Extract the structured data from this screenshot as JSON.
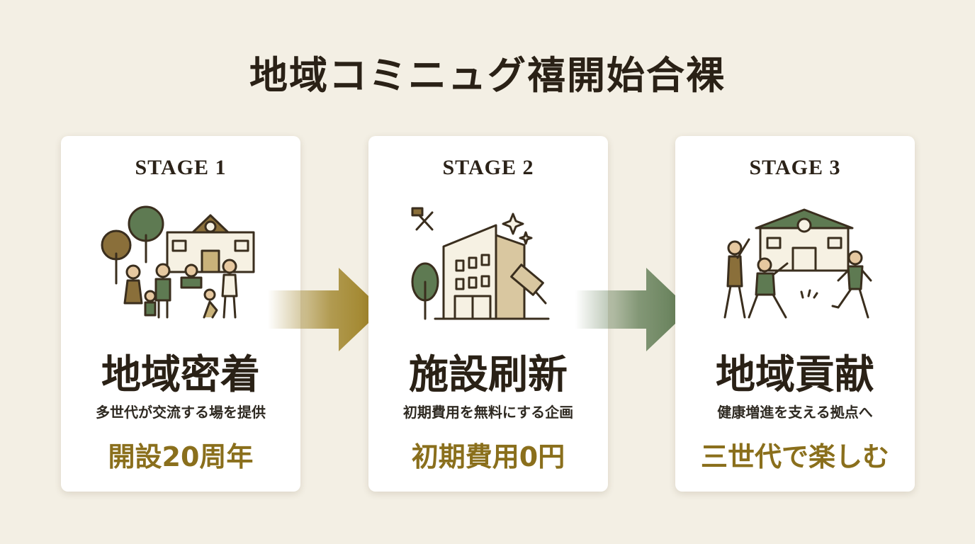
{
  "title": "地域コミニュグ禧開始合裸",
  "colors": {
    "background": "#f3efe4",
    "accent_gold": "#8a6f1c",
    "accent_green": "#5e7a52",
    "text_dark": "#2a2116"
  },
  "stages": [
    {
      "label": "STAGE 1",
      "name": "地域密着",
      "description": "多世代が交流する場を提供",
      "highlight": "開設20周年",
      "icon": "community-people-building-icon"
    },
    {
      "label": "STAGE 2",
      "name": "施設刷新",
      "description": "初期費用を無料にする企画",
      "highlight": "初期費用0円",
      "icon": "building-renovation-icon"
    },
    {
      "label": "STAGE 3",
      "name": "地域貢献",
      "description": "健康増進を支える拠点へ",
      "highlight": "三世代で楽しむ",
      "icon": "exercise-people-building-icon"
    }
  ],
  "arrows": [
    {
      "icon": "arrow-right-icon",
      "color": "#9b7e1f"
    },
    {
      "icon": "arrow-right-icon",
      "color": "#5e7a52"
    }
  ]
}
